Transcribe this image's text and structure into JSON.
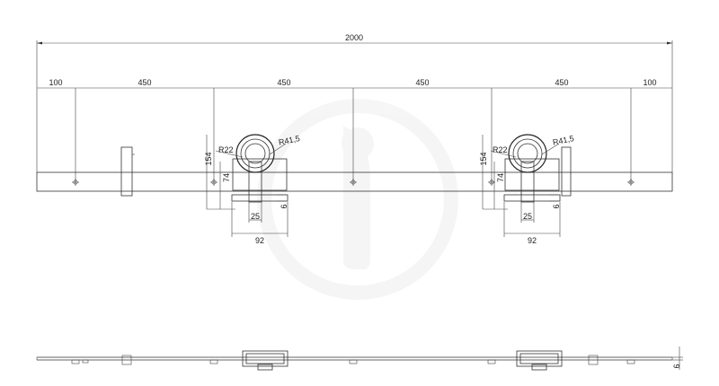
{
  "drawing": {
    "overall_length": "2000",
    "spacings": [
      "100",
      "450",
      "450",
      "450",
      "450",
      "100"
    ],
    "hanger_left": {
      "radius_inner": "R22",
      "radius_outer": "R41,5",
      "height": "154",
      "offset": "74",
      "strap_width": "25",
      "thickness": "6",
      "base_width": "92"
    },
    "hanger_right": {
      "radius_inner": "R22",
      "radius_outer": "R41,5",
      "height": "154",
      "offset": "74",
      "strap_width": "25",
      "thickness": "6",
      "base_width": "92"
    },
    "side_view_thickness": "6"
  }
}
